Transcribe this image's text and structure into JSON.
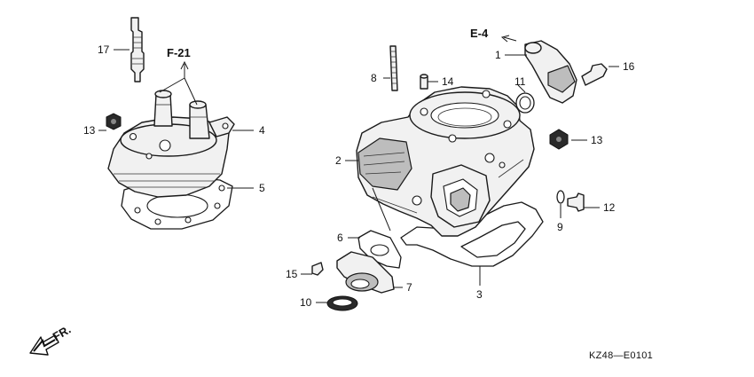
{
  "diagram": {
    "refs": {
      "f21": "F-21",
      "e4": "E-4",
      "front": "FR."
    },
    "code": "KZ48—E0101",
    "callouts": {
      "p1": "1",
      "p2": "2",
      "p3": "3",
      "p4": "4",
      "p5": "5",
      "p6": "6",
      "p7": "7",
      "p8": "8",
      "p9": "9",
      "p10": "10",
      "p11": "11",
      "p12": "12",
      "p13a": "13",
      "p13b": "13",
      "p14": "14",
      "p15": "15",
      "p16": "16",
      "p17": "17"
    },
    "icons": {
      "front_arrow": "front-direction-arrow",
      "ref_arrow": "reference-arrow"
    },
    "colors": {
      "ink": "#1a1a1a",
      "paper": "#ffffff"
    }
  }
}
